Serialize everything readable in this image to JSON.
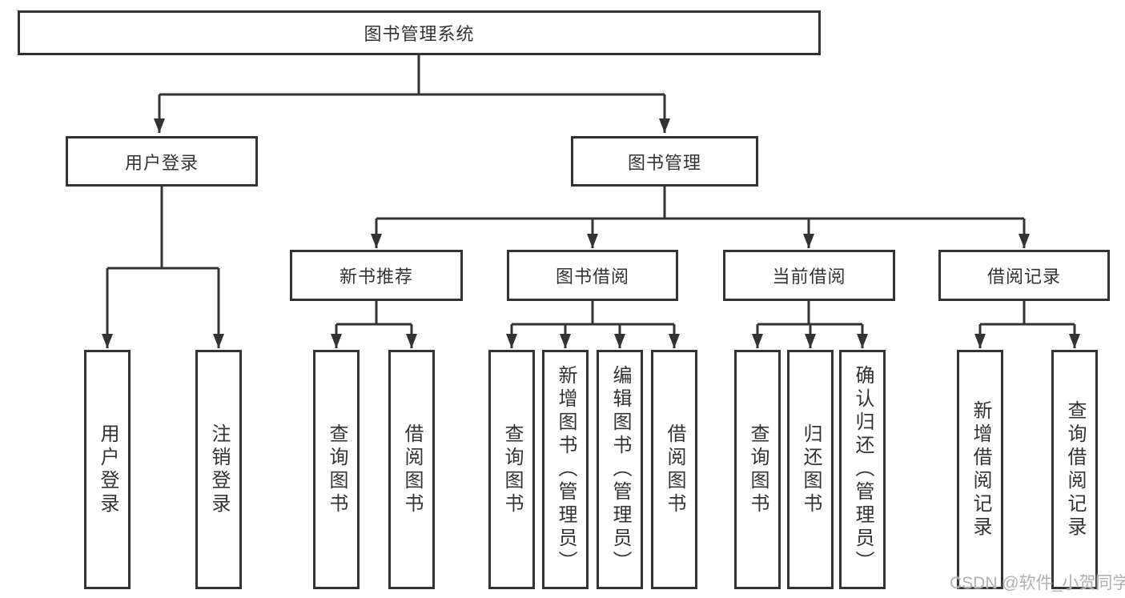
{
  "diagram_title": "图书管理系统",
  "colors": {
    "line": "#333333",
    "text": "#333333",
    "box_background": "#ffffff",
    "watermark": "#b0b0b0"
  },
  "tree": {
    "label": "图书管理系统",
    "children": [
      {
        "label": "用户登录",
        "children": [
          {
            "label": "用户登录"
          },
          {
            "label": "注销登录"
          }
        ]
      },
      {
        "label": "图书管理",
        "children": [
          {
            "label": "新书推荐",
            "children": [
              {
                "label": "查询图书"
              },
              {
                "label": "借阅图书"
              }
            ]
          },
          {
            "label": "图书借阅",
            "children": [
              {
                "label": "查询图书"
              },
              {
                "label": "新增图书（管理员）"
              },
              {
                "label": "编辑图书（管理员）"
              },
              {
                "label": "借阅图书"
              }
            ]
          },
          {
            "label": "当前借阅",
            "children": [
              {
                "label": "查询图书"
              },
              {
                "label": "归还图书"
              },
              {
                "label": "确认归还（管理员）"
              }
            ]
          },
          {
            "label": "借阅记录",
            "children": [
              {
                "label": "新增借阅记录"
              },
              {
                "label": "查询借阅记录"
              }
            ]
          }
        ]
      }
    ]
  },
  "watermark": {
    "text": "CSDN @软件_小贺同学"
  }
}
